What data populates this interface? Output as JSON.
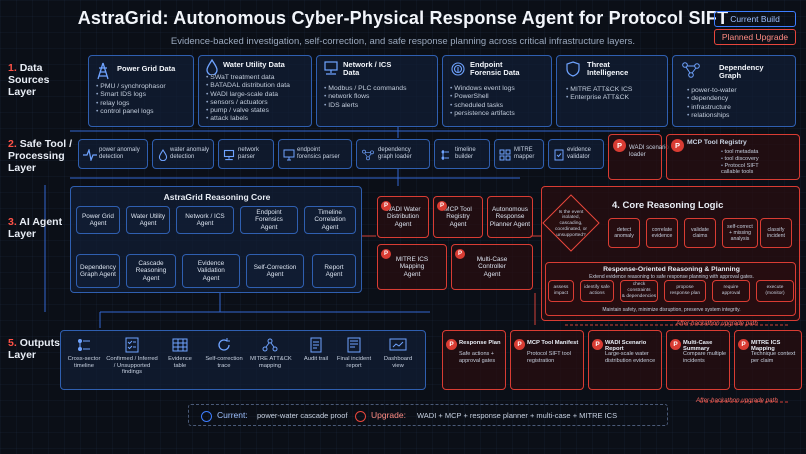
{
  "header": {
    "title": "AstraGrid: Autonomous Cyber-Physical Response Agent for Protocol SIFT",
    "subtitle": "Evidence-backed investigation, self-correction, and safe response planning across critical infrastructure layers."
  },
  "legend": {
    "current": "Current Build",
    "planned": "Planned Upgrade"
  },
  "layers": [
    {
      "num": "1.",
      "name": "Data\nSources\nLayer"
    },
    {
      "num": "2.",
      "name": "Safe Tool /\nProcessing\nLayer"
    },
    {
      "num": "3.",
      "name": "AI Agent\nLayer"
    },
    {
      "num": "5.",
      "name": "Outputs\nLayer"
    }
  ],
  "sources": [
    {
      "title": "Power Grid Data",
      "icon": "power-tower-icon",
      "items": [
        "PMU / synchrophasor",
        "Smart IDS logs",
        "relay logs",
        "control panel logs"
      ]
    },
    {
      "title": "Water Utility Data",
      "icon": "water-drop-icon",
      "items": [
        "SWaT treatment data",
        "BATADAL distribution data",
        "WADI large-scale data",
        "sensors / actuators",
        "pump / valve states",
        "attack labels"
      ]
    },
    {
      "title": "Network / ICS\nData",
      "icon": "network-icon",
      "items": [
        "Modbus / PLC commands",
        "network flows",
        "IDS alerts"
      ]
    },
    {
      "title": "Endpoint\nForensic Data",
      "icon": "fingerprint-icon",
      "items": [
        "Windows event logs",
        "PowerShell",
        "scheduled tasks",
        "persistence artifacts"
      ]
    },
    {
      "title": "Threat\nIntelligence",
      "icon": "shield-icon",
      "items": [
        "MITRE ATT&CK ICS",
        "Enterprise ATT&CK"
      ]
    },
    {
      "title": "Dependency\nGraph",
      "icon": "graph-icon",
      "items": [
        "power-to-water",
        "dependency",
        "infrastructure",
        "relationships"
      ]
    }
  ],
  "tools": [
    {
      "label": "power anomaly\ndetection",
      "icon": "pulse-icon"
    },
    {
      "label": "water anomaly\ndetection",
      "icon": "water-drop-icon"
    },
    {
      "label": "network\nparser",
      "icon": "network-icon"
    },
    {
      "label": "endpoint\nforensics parser",
      "icon": "monitor-icon"
    },
    {
      "label": "dependency\ngraph loader",
      "icon": "graph-icon"
    },
    {
      "label": "timeline\nbuilder",
      "icon": "timeline-icon"
    },
    {
      "label": "MITRE\nmapper",
      "icon": "mitre-icon"
    },
    {
      "label": "evidence\nvalidator",
      "icon": "check-doc-icon"
    }
  ],
  "planned_tools": [
    {
      "title": "WADI scenario\nloader"
    },
    {
      "title": "MCP Tool Registry",
      "items": [
        "tool metadata",
        "tool discovery",
        "Protocol SIFT\ncallable tools"
      ]
    }
  ],
  "core": {
    "title": "AstraGrid Reasoning Core",
    "agents": [
      "Power Grid\nAgent",
      "Water Utility\nAgent",
      "Network / ICS\nAgent",
      "Endpoint\nForensics\nAgent",
      "Timeline\nCorrelation\nAgent",
      "Dependency\nGraph Agent",
      "Cascade\nReasoning\nAgent",
      "Evidence\nValidation\nAgent",
      "Self-Correction\nAgent",
      "Report\nAgent"
    ]
  },
  "planned_agents": [
    "WADI Water\nDistribution\nAgent",
    "MCP Tool\nRegistry\nAgent",
    "Autonomous\nResponse\nPlanner Agent",
    "MITRE ICS\nMapping\nAgent",
    "Multi-Case\nController\nAgent"
  ],
  "logic": {
    "title": "4. Core Reasoning Logic",
    "question": "Is the event isolated, cascading, coordinated, or unsupported?",
    "steps": [
      "detect\nanomaly",
      "correlate\nevidence",
      "validate\nclaims",
      "self-correct\n+ missing\nanalysis",
      "classify\nincident"
    ],
    "response_title": "Response-Oriented Reasoning & Planning",
    "response_sub": "Extend evidence reasoning to safe response planning with approval gates.",
    "response_steps": [
      "assess\nimpact",
      "identify safe\nactions",
      "check\nconstraints\n& dependencies",
      "propose\nresponse plan",
      "require\napproval",
      "execute\n(monitor)"
    ],
    "response_footer": "Maintain safety, minimize disruption, preserve system integrity."
  },
  "outputs": [
    {
      "label": "Cross-sector\ntimeline",
      "icon": "timeline-icon"
    },
    {
      "label": "Confirmed / Inferred\n/ Unsupported\nfindings",
      "icon": "checklist-icon"
    },
    {
      "label": "Evidence\ntable",
      "icon": "table-icon"
    },
    {
      "label": "Self-correction\ntrace",
      "icon": "refresh-icon"
    },
    {
      "label": "MITRE ATT&CK\nmapping",
      "icon": "mitre-icon"
    },
    {
      "label": "Audit trail",
      "icon": "document-icon"
    },
    {
      "label": "Final incident\nreport",
      "icon": "report-icon"
    },
    {
      "label": "Dashboard\nview",
      "icon": "dashboard-icon"
    }
  ],
  "planned_outputs": [
    {
      "title": "Response Plan",
      "desc": "Safe actions +\napproval gates"
    },
    {
      "title": "MCP Tool Manifest",
      "desc": "Protocol SIFT tool\nregistration"
    },
    {
      "title": "WADI Scenario Report",
      "desc": "Large-scale water\ndistribution evidence"
    },
    {
      "title": "Multi-Case Summary",
      "desc": "Compare multiple\nincidents"
    },
    {
      "title": "MITRE ICS Mapping",
      "desc": "Technique context\nper claim"
    }
  ],
  "annotations": {
    "upgrade_path": "After-hackathon upgrade path"
  },
  "footer": {
    "current_label": "Current:",
    "current_text": "power-water cascade proof",
    "upgrade_label": "Upgrade:",
    "upgrade_text": "WADI + MCP + response planner + multi-case + MITRE ICS"
  },
  "colors": {
    "current": "#3d7dff",
    "planned": "#e8463c",
    "background": "#0b0f17"
  }
}
